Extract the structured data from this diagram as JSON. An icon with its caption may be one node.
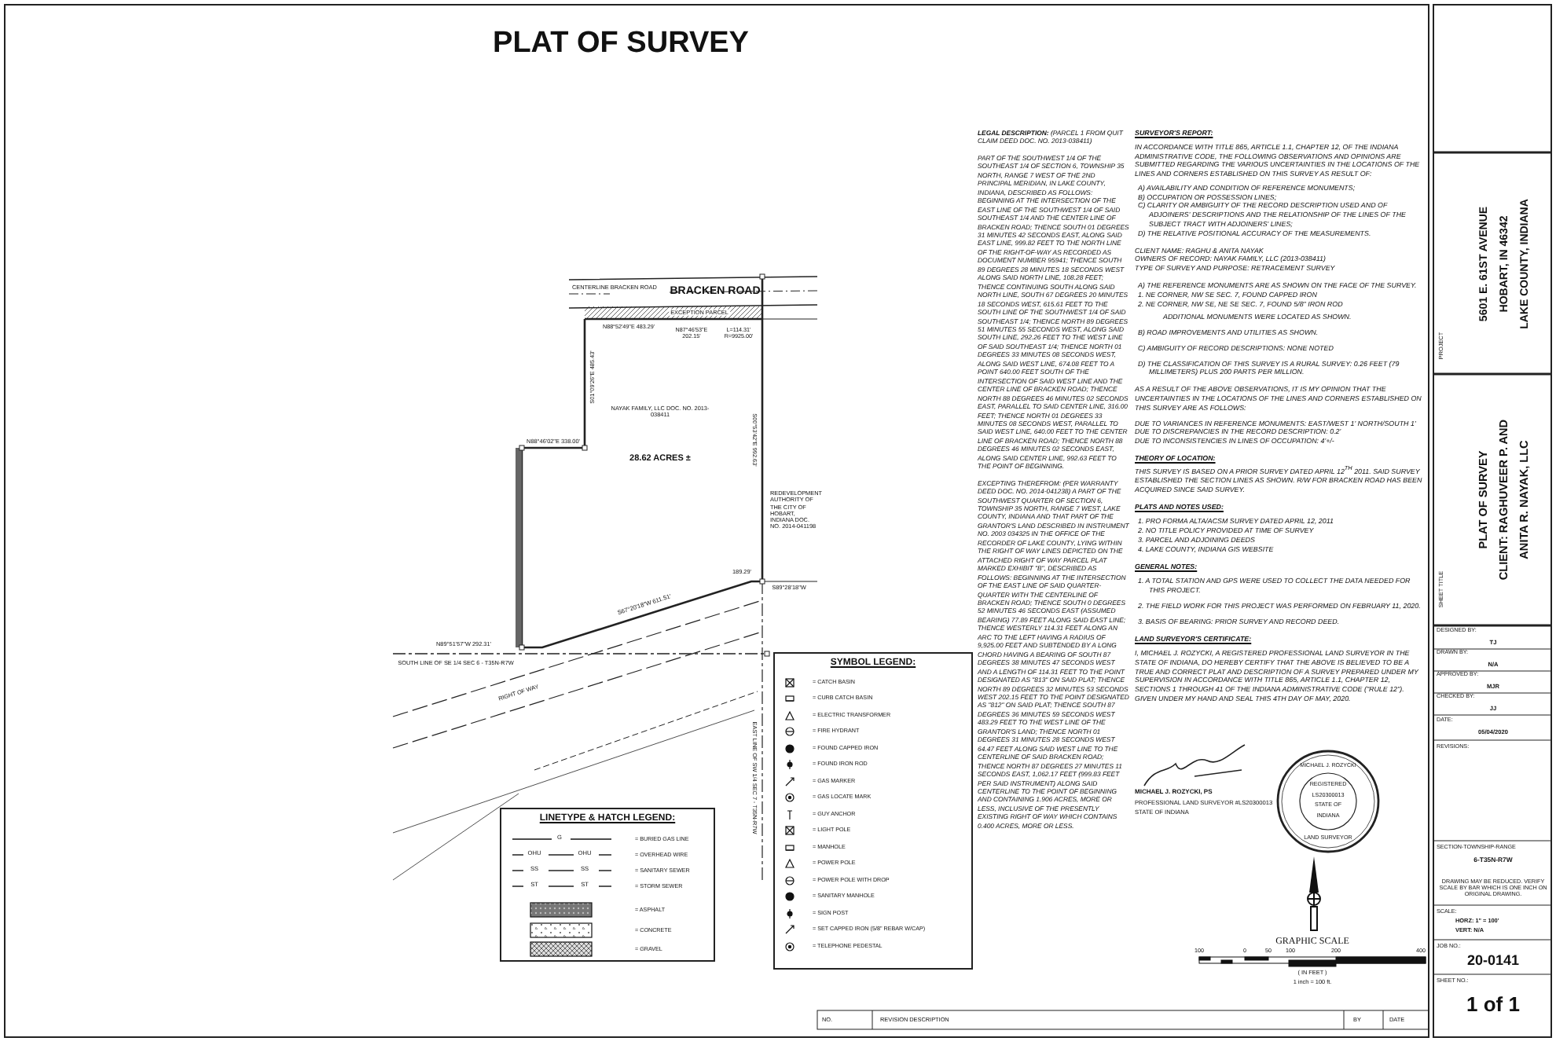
{
  "diagram": {
    "title": "PLAT OF SURVEY",
    "nodes": [
      {
        "text": [
          "LINETYPE & HATCH LEGEND:"
        ]
      },
      {
        "text": [
          "SYMBOL LEGEND:"
        ]
      }
    ],
    "labels": [
      "CENTERLINE BRACKEN ROAD",
      "BRACKEN ROAD",
      "EXCEPTION PARCEL",
      "N88°52'49\"E 483.29'",
      "N87°46'53\"E 202.15'",
      "L=114.31' R=9925.00'",
      "S01°09'26\"E 485.43'",
      "NAYAK FAMILY, LLC DOC. NO. 2013-038411",
      "28.62 ACRES ±",
      "S00°53'42\"E 992.63'",
      "REDEVELOPMENT AUTHORITY OF THE CITY OF HOBART, INDIANA DOC. NO. 2014-041198",
      "N88°46'02\"E 338.00'",
      "189.29'",
      "S89°28'18\"W",
      "S67°20'18\"W 611.51'",
      "N89°51'57\"W 292.31'",
      "SOUTH LINE OF SE 1/4 SEC 6 - T35N-R7W",
      "RIGHT OF WAY",
      "EAST LINE OF SW 1/4 SEC 7 - T35N-R7W",
      "G",
      "OHU",
      "OHU",
      "SS",
      "SS",
      "ST",
      "ST",
      "**LEGAL DESCRIPTION:** (PARCEL 1 FROM QUIT CLAIM DEED DOC. NO. 2013-038411)",
      "PART OF THE SOUTHWEST 1/4 OF THE SOUTHEAST 1/4 OF SECTION 6, TOWNSHIP 35 NORTH, RANGE 7 WEST OF THE 2ND PRINCIPAL MERIDIAN, IN LAKE COUNTY, INDIANA, DESCRIBED AS FOLLOWS: BEGINNING AT THE INTERSECTION OF THE EAST LINE OF THE SOUTHWEST 1/4 OF SAID SOUTHEAST 1/4 AND THE CENTER LINE OF BRACKEN ROAD; THENCE SOUTH 01 DEGREES 31 MINUTES 42 SECONDS EAST, ALONG SAID EAST LINE, 999.82 FEET TO THE NORTH LINE OF THE RIGHT-OF-WAY AS RECORDED AS DOCUMENT NUMBER 95941; THENCE SOUTH 89 DEGREES 28 MINUTES 18 SECONDS WEST ALONG SAID NORTH LINE, 108.28 FEET; THENCE CONTINUING SOUTH ALONG SAID NORTH LINE, SOUTH 67 DEGREES 20 MINUTES 18 SECONDS WEST, 615.61 FEET TO THE SOUTH LINE OF THE SOUTHWEST 1/4 OF SAID SOUTHEAST 1/4; THENCE NORTH 89 DEGREES 51 MINUTES 55 SECONDS WEST, ALONG SAID SOUTH LINE, 292.26 FEET TO THE WEST LINE OF SAID SOUTHEAST 1/4; THENCE NORTH 01 DEGREES 33 MINUTES 08 SECONDS WEST, ALONG SAID WEST LINE, 674.08 FEET TO A POINT 640.00 FEET SOUTH OF THE INTERSECTION OF SAID WEST LINE AND THE CENTER LINE OF BRACKEN ROAD; THENCE NORTH 88 DEGREES 46 MINUTES 02 SECONDS EAST, PARALLEL TO SAID CENTER LINE, 316.00 FEET; THENCE NORTH 01 DEGREES 33 MINUTES 08 SECONDS WEST, PARALLEL TO SAID WEST LINE, 640.00 FEET TO THE CENTER LINE OF BRACKEN ROAD; THENCE NORTH 88 DEGREES 46 MINUTES 02 SECONDS EAST, ALONG SAID CENTER LINE, 992.63 FEET TO THE POINT OF BEGINNING.",
      "EXCEPTING THEREFROM: (PER WARRANTY DEED DOC. NO. 2014-041238) A PART OF THE SOUTHWEST QUARTER OF SECTION 6, TOWNSHIP 35 NORTH, RANGE 7 WEST, LAKE COUNTY, INDIANA AND THAT PART OF THE GRANTOR'S LAND DESCRIBED IN INSTRUMENT NO. 2003 034325 IN THE OFFICE OF THE RECORDER OF LAKE COUNTY, LYING WITHIN THE RIGHT OF WAY LINES DEPICTED ON THE ATTACHED RIGHT OF WAY PARCEL PLAT MARKED EXHIBIT \"B\", DESCRIBED AS FOLLOWS: BEGINNING AT THE INTERSECTION OF THE EAST LINE OF SAID QUARTER-QUARTER WITH THE CENTERLINE OF BRACKEN ROAD; THENCE SOUTH 0 DEGREES 52 MINUTES 46 SECONDS EAST (ASSUMED BEARING) 77.89 FEET ALONG SAID EAST LINE; THENCE WESTERLY 114.31 FEET ALONG AN ARC TO THE LEFT HAVING A RADIUS OF 9,925.00 FEET AND SUBTENDED BY A LONG CHORD HAVING A BEARING OF SOUTH 87 DEGREES 38 MINUTES 47 SECONDS WEST AND A LENGTH OF 114.31 FEET TO THE POINT DESIGNATED AS \"813\" ON SAID PLAT; THENCE NORTH 89 DEGREES 32 MINUTES 53 SECONDS WEST 202.15 FEET TO THE POINT DESIGNATED AS \"812\" ON SAID PLAT; THENCE SOUTH 87 DEGREES 36 MINUTES 59 SECONDS WEST 483.29 FEET TO THE WEST LINE OF THE GRANTOR'S LAND; THENCE NORTH 01 DEGREES 31 MINUTES 28 SECONDS WEST 64.47 FEET ALONG SAID WEST LINE TO THE CENTERLINE OF SAID BRACKEN ROAD; THENCE NORTH 87 DEGREES 27 MINUTES 11 SECONDS EAST, 1,062.17 FEET (999.83 FEET PER SAID INSTRUMENT) ALONG SAID CENTERLINE TO THE POINT OF BEGINNING AND CONTAINING 1.906 ACRES, MORE OR LESS, INCLUSIVE OF THE PRESENTLY EXISTING RIGHT OF WAY WHICH CONTAINS 0.400 ACRES, MORE OR LESS.",
      "SURVEYOR'S REPORT:",
      "IN ACCORDANCE WITH TITLE 865, ARTICLE 1.1, CHAPTER 12, OF THE INDIANA ADMINISTRATIVE CODE, THE FOLLOWING OBSERVATIONS AND OPINIONS ARE SUBMITTED REGARDING THE VARIOUS UNCERTAINTIES IN THE LOCATIONS OF THE LINES AND CORNERS ESTABLISHED ON THIS SURVEY AS RESULT OF:",
      "A) AVAILABILITY AND CONDITION OF REFERENCE MONUMENTS;",
      "B) OCCUPATION OR POSSESSION LINES;",
      "C) CLARITY OR AMBIGUITY OF THE RECORD DESCRIPTION USED AND OF ADJOINERS' DESCRIPTIONS AND THE RELATIONSHIP OF THE LINES OF THE SUBJECT TRACT WITH ADJOINERS' LINES;",
      "D) THE RELATIVE POSITIONAL ACCURACY OF THE MEASUREMENTS.",
      "CLIENT NAME: RAGHU & ANITA NAYAK",
      "OWNERS OF RECORD: NAYAK FAMILY, LLC (2013-038411)",
      "TYPE OF SURVEY AND PURPOSE: RETRACEMENT SURVEY",
      "A) THE REFERENCE MONUMENTS ARE AS SHOWN ON THE FACE OF THE SURVEY.",
      "1. NE CORNER, NW SE SEC. 7, FOUND CAPPED IRON",
      "2. NE CORNER, NW SE, NE SE SEC. 7, FOUND 5/8\" IRON ROD",
      "ADDITIONAL MONUMENTS WERE LOCATED AS SHOWN.",
      "B) ROAD IMPROVEMENTS AND UTILITIES AS SHOWN.",
      "C) AMBIGUITY OF RECORD DESCRIPTIONS: NONE NOTED",
      "D) THE CLASSIFICATION OF THIS SURVEY IS A RURAL SURVEY: 0.26 FEET (79 MILLIMETERS) PLUS 200 PARTS PER MILLION.",
      "AS A RESULT OF THE ABOVE OBSERVATIONS, IT IS MY OPINION THAT THE UNCERTAINTIES IN THE LOCATIONS OF THE LINES AND CORNERS ESTABLISHED ON THIS SURVEY ARE AS FOLLOWS:",
      "DUE TO VARIANCES IN REFERENCE MONUMENTS: EAST/WEST 1' NORTH/SOUTH 1'",
      "DUE TO DISCREPANCIES IN THE RECORD DESCRIPTION: 0.2'",
      "DUE TO INCONSISTENCIES IN LINES OF OCCUPATION: 4'+/-",
      "THEORY OF LOCATION:",
      "THIS SURVEY IS BASED ON A PRIOR SURVEY DATED APRIL 12$^{TH}$ 2011. SAID SURVEY ESTABLISHED THE SECTION LINES AS SHOWN. R/W FOR BRACKEN ROAD HAS BEEN ACQUIRED SINCE SAID SURVEY.",
      "PLATS AND NOTES USED:",
      "1. PRO FORMA ALTA/ACSM SURVEY DATED APRIL 12, 2011",
      "2. NO TITLE POLICY PROVIDED AT TIME OF SURVEY",
      "3. PARCEL AND ADJOINING DEEDS",
      "4. LAKE COUNTY, INDIANA GIS WEBSITE",
      "GENERAL NOTES:",
      "1. A TOTAL STATION AND GPS WERE USED TO COLLECT THE DATA NEEDED FOR THIS PROJECT.",
      "2. THE FIELD WORK FOR THIS PROJECT WAS PERFORMED ON FEBRUARY 11, 2020.",
      "3. BASIS OF BEARING: PRIOR SURVEY AND RECORD DEED.",
      "LAND SURVEYOR'S CERTIFICATE:",
      "I, MICHAEL J. ROZYCKI, A REGISTERED PROFESSIONAL LAND SURVEYOR IN THE STATE OF INDIANA, DO HEREBY CERTIFY THAT THE ABOVE IS BELIEVED TO BE A TRUE AND CORRECT PLAT AND DESCRIPTION OF A SURVEY PREPARED UNDER MY SUPERVISION IN ACCORDANCE WITH TITLE 865, ARTICLE 1.1, CHAPTER 12, SECTIONS 1 THROUGH 41 OF THE INDIANA ADMINISTRATIVE CODE (\"RULE 12\"). GIVEN UNDER MY HAND AND SEAL THIS 4TH DAY OF MAY, 2020.",
      "MICHAEL J. ROZYCKI, PS",
      "PROFESSIONAL LAND SURVEYOR #LS20300013",
      "STATE OF INDIANA",
      "MICHAEL J. ROZYCKI",
      "REGISTERED",
      "LS20300013",
      "STATE OF",
      "INDIANA",
      "LAND SURVEYOR",
      "GRAPHIC SCALE",
      "100",
      "0",
      "50",
      "100",
      "200",
      "400",
      "( IN FEET )",
      "1 inch = 100 ft.",
      "PROJECT",
      "5601 E. 61ST AVENUE",
      "HOBART, IN 46342",
      "LAKE COUNTY, INDIANA",
      "SHEET TITLE",
      "PLAT OF SURVEY",
      "CLIENT: RAGHUVEER P. AND",
      "ANITA R. NAYAK, LLC",
      "DESIGNED BY:",
      "TJ",
      "DRAWN BY:",
      "N/A",
      "APPROVED BY:",
      "MJR",
      "CHECKED BY:",
      "JJ",
      "DATE:",
      "05/04/2020",
      "REVISIONS:",
      "SECTION-TOWNSHIP-RANGE",
      "6-T35N-R7W",
      "DRAWING MAY BE REDUCED. VERIFY SCALE BY BAR WHICH IS ONE INCH ON ORIGINAL DRAWING.",
      "SCALE:",
      "HORZ: 1\" = 100'",
      "VERT: N/A",
      "JOB NO.:",
      "20-0141",
      "SHEET NO.:",
      "1 of 1",
      "NO.",
      "REVISION DESCRIPTION",
      "BY",
      "DATE"
    ],
    "legend": [
      {
        "text": "= BURIED GAS LINE"
      },
      {
        "text": "= OVERHEAD WIRE"
      },
      {
        "text": "= SANITARY SEWER"
      },
      {
        "text": "= STORM SEWER"
      },
      {
        "text": "= ASPHALT"
      },
      {
        "text": "= CONCRETE"
      },
      {
        "text": "= GRAVEL"
      },
      {
        "text": "= CATCH BASIN"
      },
      {
        "text": "= CURB CATCH BASIN"
      },
      {
        "text": "= ELECTRIC TRANSFORMER"
      },
      {
        "text": "= FIRE HYDRANT"
      },
      {
        "text": "= FOUND CAPPED IRON"
      },
      {
        "text": "= FOUND IRON ROD"
      },
      {
        "text": "= GAS MARKER"
      },
      {
        "text": "= GAS LOCATE MARK"
      },
      {
        "text": "= GUY ANCHOR"
      },
      {
        "text": "= LIGHT POLE"
      },
      {
        "text": "= MANHOLE"
      },
      {
        "text": "= POWER POLE"
      },
      {
        "text": "= POWER POLE WITH DROP"
      },
      {
        "text": "= SANITARY MANHOLE"
      },
      {
        "text": "= SIGN POST"
      },
      {
        "text": "= SET CAPPED IRON (5/8\" REBAR W/CAP)"
      },
      {
        "text": "= TELEPHONE PEDESTAL"
      }
    ]
  }
}
